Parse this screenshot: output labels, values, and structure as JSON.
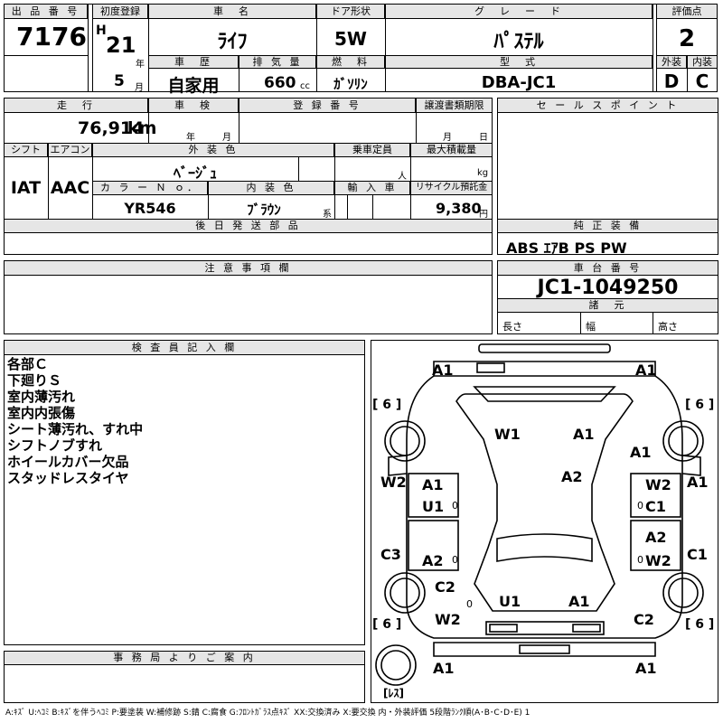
{
  "header": {
    "lot_label": "出 品 番 号",
    "lot_no": "7176",
    "first_reg_label": "初度登録",
    "era": "H",
    "year": "21",
    "year_unit": "年",
    "month": "5",
    "month_unit": "月",
    "car_name_label": "車　名",
    "car_name": "ﾗｲﾌ",
    "door_label": "ドア形状",
    "door": "5W",
    "grade_label": "グ　レ　ー　ド",
    "grade": "ﾊﾟｽﾃﾙ",
    "score_label": "評価点",
    "score": "2",
    "history_label": "車　歴",
    "history": "自家用",
    "disp_label": "排 気 量",
    "disp": "660",
    "disp_unit": "cc",
    "fuel_label": "燃　料",
    "fuel": "ｶﾞｿﾘﾝ",
    "model_label": "型　式",
    "model": "DBA-JC1",
    "ext_label": "外装",
    "ext": "D",
    "int_label": "内装",
    "int": "C"
  },
  "spec": {
    "mileage_label": "走　行",
    "mileage": "76,914",
    "mileage_unit": "km",
    "inspection_label": "車　検",
    "insp_year": "年",
    "insp_month": "月",
    "reg_label": "登 録 番 号",
    "transfer_label": "譲渡書類期限",
    "transfer_month": "月",
    "transfer_day": "日",
    "shift_label": "シフト",
    "shift": "IAT",
    "ac_label": "エアコン",
    "ac": "AAC",
    "ext_color_label": "外 装 色",
    "ext_color": "ﾍﾞｰｼﾞｭ",
    "capacity_label": "乗車定員",
    "capacity_unit": "人",
    "load_label": "最大積載量",
    "load_unit": "kg",
    "color_no_label": "カ ラ ー Ｎ ｏ．",
    "color_no": "YR546",
    "int_color_label": "内 装 色",
    "int_color": "ﾌﾞﾗｳﾝ",
    "int_color_unit": "系",
    "import_label": "輸 入 車",
    "recycle_label": "リサイクル預託金",
    "recycle": "9,380",
    "recycle_unit": "円"
  },
  "later_parts_label": "後 日 発 送 部 品",
  "caution_label": "注 意 事 項 欄",
  "sales_label": "セ ー ル ス ポ イ ン ト",
  "equip_label": "純 正 装 備",
  "equip": "ABS ｴｱB PS PW",
  "chassis_label": "車 台 番 号",
  "chassis": "JC1-1049250",
  "specs_label": "諸　元",
  "length_label": "長さ",
  "width_label": "幅",
  "height_label": "高さ",
  "inspector_label": "検 査 員 記 入 欄",
  "inspector_notes": [
    "各部Ｃ",
    "下廻りＳ",
    "室内薄汚れ",
    "室内内張傷",
    "シート薄汚れ、すれ中",
    "シフトノブすれ",
    "ホイールカバー欠品",
    "スタッドレスタイヤ"
  ],
  "office_label": "事 務 局 よ り ご 案 内",
  "diagram": {
    "tire_labels": [
      "[ 6 ]",
      "[ 6 ]",
      "[ 6 ]",
      "[ 6 ]"
    ],
    "spare_label": "[ﾚｽ]",
    "marks": [
      "A1",
      "A1",
      "W1",
      "A1",
      "A1",
      "A2",
      "W2",
      "A1",
      "U1",
      "W2",
      "C1",
      "A1",
      "C3",
      "A2",
      "A2",
      "W2",
      "C1",
      "C2",
      "U1",
      "A1",
      "W2",
      "C2",
      "A1",
      "A1"
    ],
    "zeros": [
      "0",
      "0",
      "0",
      "0",
      "0"
    ]
  },
  "legend": "A:ｷｽﾞ U:ﾍｺﾐ B:ｷｽﾞを伴うﾍｺﾐ P:要塗装 W:補修跡 S:錆 C:腐食 G:ﾌﾛﾝﾄｶﾞﾗｽ点ｷｽﾞ XX:交換済み X:要交換 内・外装評価 5段階ﾗﾝｸ順(A･B･C･D･E) 1"
}
